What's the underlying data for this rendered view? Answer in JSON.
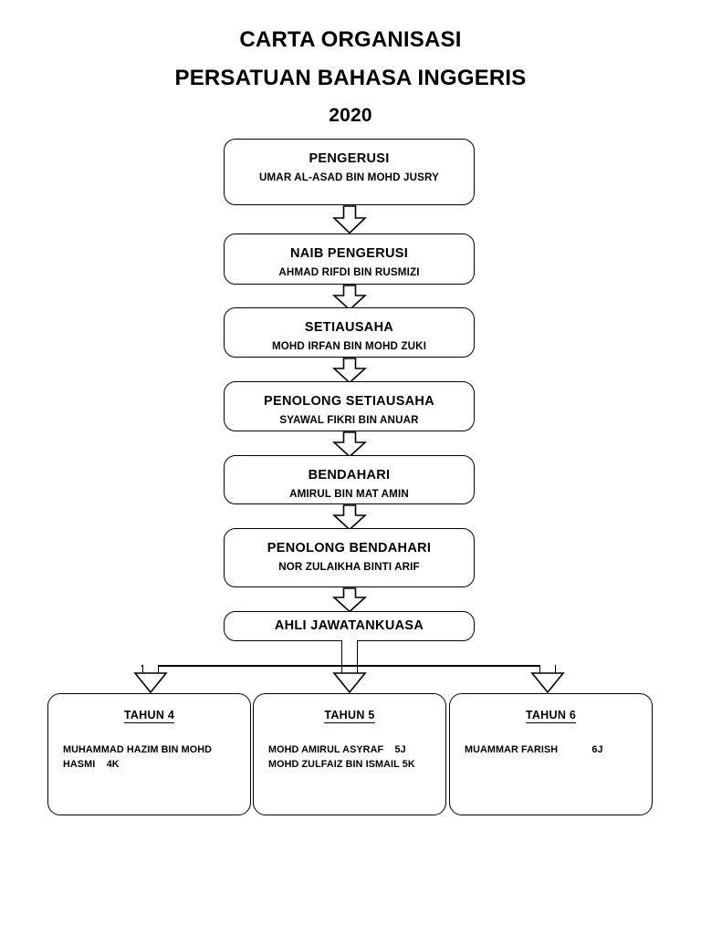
{
  "title": {
    "line1": "CARTA ORGANISASI",
    "line2": "PERSATUAN BAHASA INGGERIS",
    "line3": "2020"
  },
  "chain": [
    {
      "role": "PENGERUSI",
      "person": "UMAR AL-ASAD BIN MOHD JUSRY"
    },
    {
      "role": "NAIB PENGERUSI",
      "person": "AHMAD RIFDI BIN RUSMIZI"
    },
    {
      "role": "SETIAUSAHA",
      "person": "MOHD IRFAN BIN MOHD ZUKI"
    },
    {
      "role": "PENOLONG SETIAUSAHA",
      "person": "SYAWAL FIKRI BIN ANUAR"
    },
    {
      "role": "BENDAHARI",
      "person": "AMIRUL BIN MAT AMIN"
    },
    {
      "role": "PENOLONG BENDAHARI",
      "person": "NOR ZULAIKHA BINTI ARIF"
    },
    {
      "role": "AHLI JAWATANKUASA",
      "person": ""
    }
  ],
  "years": [
    {
      "heading": "TAHUN 4",
      "members": [
        "MUHAMMAD HAZIM BIN MOHD",
        "HASMI    4K"
      ]
    },
    {
      "heading": "TAHUN 5",
      "members": [
        "MOHD AMIRUL ASYRAF    5J",
        "MOHD ZULFAIZ BIN ISMAIL 5K"
      ]
    },
    {
      "heading": "TAHUN 6",
      "members": [
        "MUAMMAR FARISH            6J"
      ]
    }
  ],
  "colors": {
    "ink": "#000000",
    "paper": "#ffffff"
  }
}
